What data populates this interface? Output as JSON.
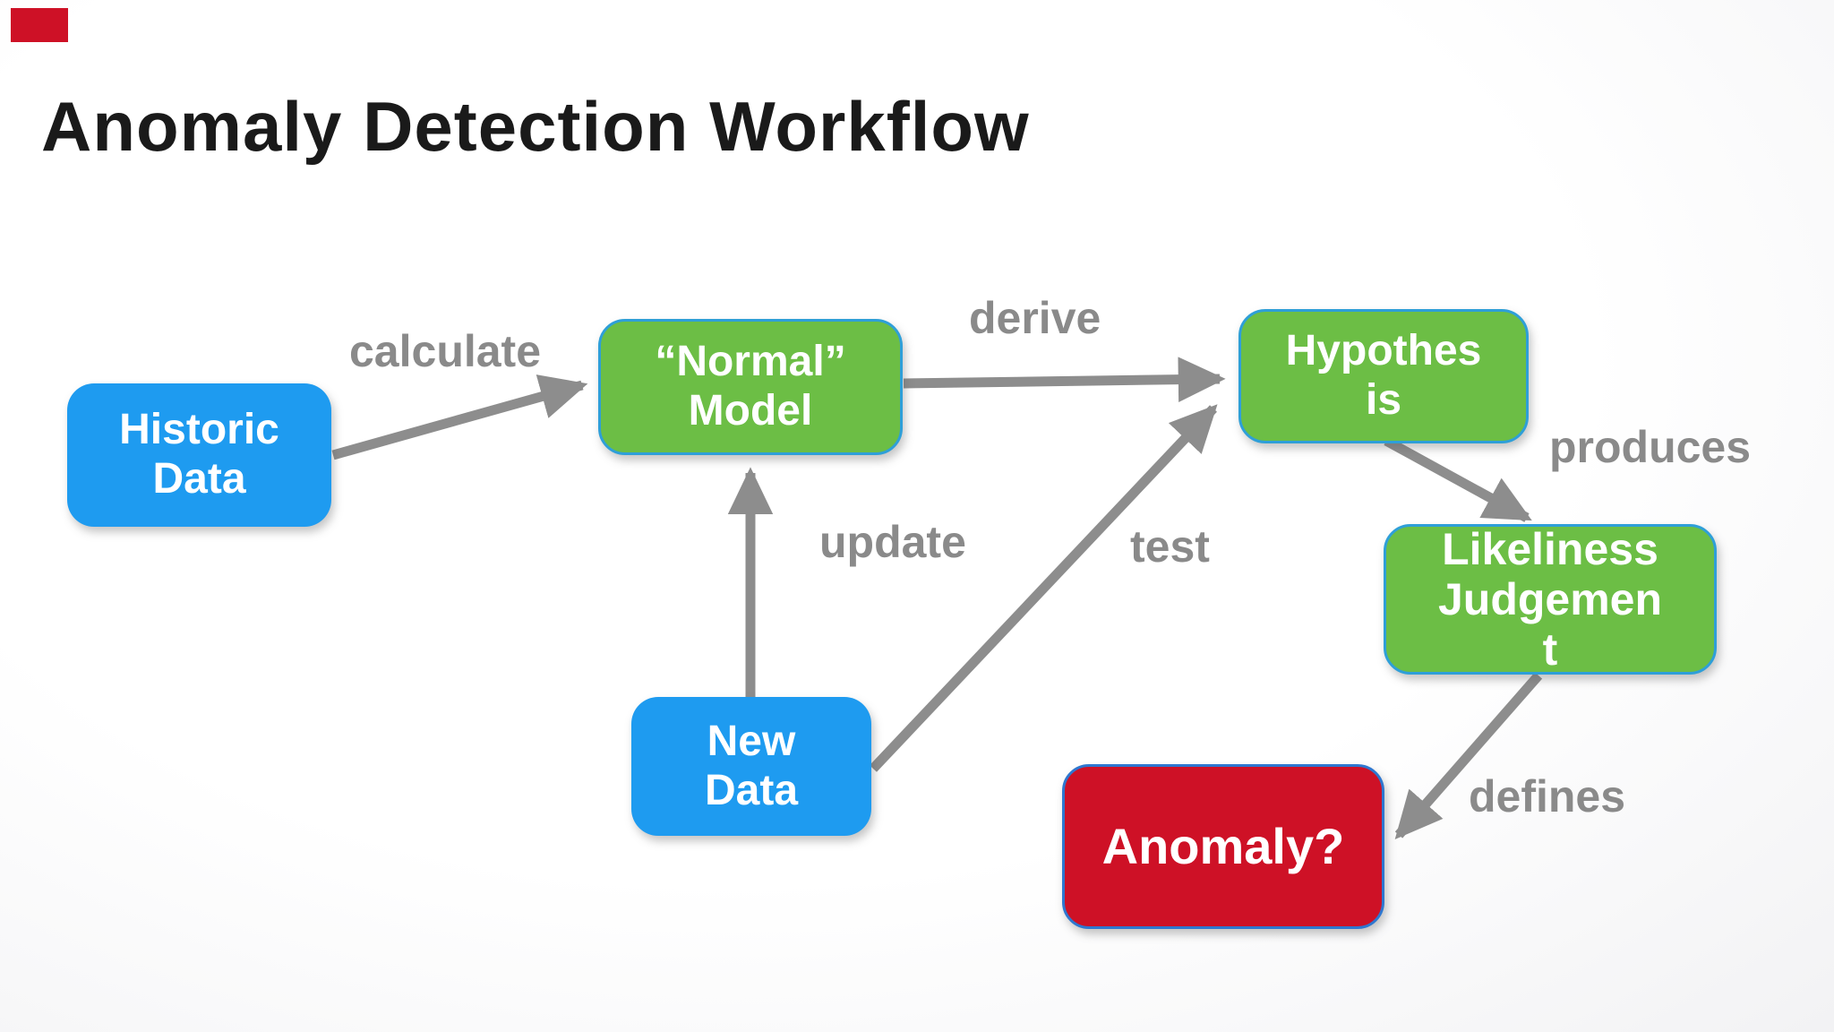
{
  "title": "Anomaly Detection Workflow",
  "colors": {
    "node_blue": "#1E9BF0",
    "node_green": "#6CBE45",
    "node_red": "#CE1126",
    "node_border_blue": "#2E9FD8",
    "arrow_gray": "#8D8D8D",
    "edge_label_gray": "#8A8A8A",
    "title_text": "#1A1A1A",
    "background": "#FFFFFF",
    "corner_mark": "#CE1126"
  },
  "nodes": {
    "historic_data": {
      "label": "Historic Data",
      "lines": [
        "Historic",
        "Data"
      ],
      "fill": "#1E9BF0",
      "text_color": "#FFFFFF"
    },
    "normal_model": {
      "label": "“Normal” Model",
      "lines": [
        "“Normal”",
        "Model"
      ],
      "fill": "#6CBE45",
      "text_color": "#FFFFFF"
    },
    "hypothesis": {
      "label": "Hypothesis",
      "lines": [
        "Hypothes",
        "is"
      ],
      "fill": "#6CBE45",
      "text_color": "#FFFFFF"
    },
    "likeliness_judgement": {
      "label": "Likeliness Judgement",
      "lines": [
        "Likeliness",
        "Judgemen",
        "t"
      ],
      "fill": "#6CBE45",
      "text_color": "#FFFFFF"
    },
    "new_data": {
      "label": "New Data",
      "lines": [
        "New",
        "Data"
      ],
      "fill": "#1E9BF0",
      "text_color": "#FFFFFF"
    },
    "anomaly": {
      "label": "Anomaly?",
      "lines": [
        "Anomaly?"
      ],
      "fill": "#CE1126",
      "text_color": "#FFFFFF"
    }
  },
  "edges": {
    "calculate": {
      "label": "calculate",
      "from": "historic_data",
      "to": "normal_model"
    },
    "derive": {
      "label": "derive",
      "from": "normal_model",
      "to": "hypothesis"
    },
    "update": {
      "label": "update",
      "from": "new_data",
      "to": "normal_model"
    },
    "test": {
      "label": "test",
      "from": "new_data",
      "to": "hypothesis"
    },
    "produces": {
      "label": "produces",
      "from": "hypothesis",
      "to": "likeliness_judgement"
    },
    "defines": {
      "label": "defines",
      "from": "likeliness_judgement",
      "to": "anomaly"
    }
  }
}
